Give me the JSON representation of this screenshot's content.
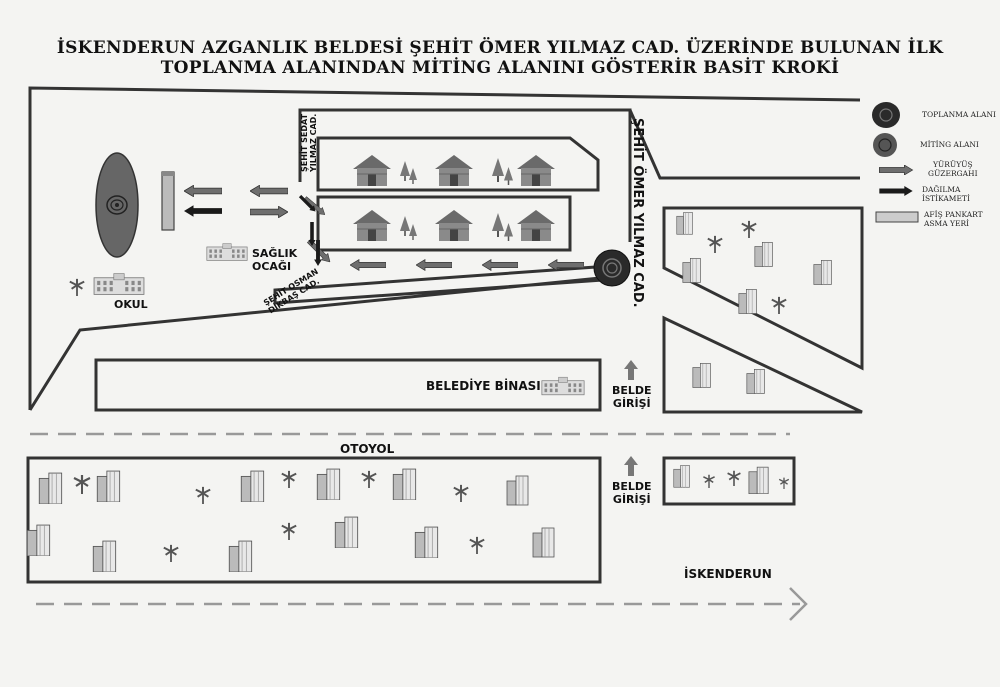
{
  "title": {
    "line1": "İSKENDERUN AZGANLIK BELDESİ ŞEHİT ÖMER YILMAZ CAD. ÜZERİNDE BULUNAN İLK",
    "line2": "TOPLANMA ALANINDAN MİTİNG ALANINI GÖSTERİR BASİT KROKİ"
  },
  "legend": {
    "gathering": "TOPLANMA ALANI",
    "rally": "MİTİNG ALANI",
    "march_1": "YÜRÜYÜŞ",
    "march_2": "GÜZERGAHI",
    "disperse_1": "DAĞILMA",
    "disperse_2": "İSTİKAMETİ",
    "banner_1": "AFİŞ PANKART",
    "banner_2": "ASMA YERİ"
  },
  "labels": {
    "street_main": "ŞEHİT ÖMER YILMAZ CAD.",
    "street_sedat_1": "ŞEHİT SEDAT",
    "street_sedat_2": "YILMAZ CAD.",
    "street_osman_1": "ŞEHİT OSMAN",
    "street_osman_2": "DİKBAŞ CAD.",
    "health_1": "SAĞLIK",
    "health_2": "OCAĞI",
    "school": "OKUL",
    "municipality": "BELEDİYE BİNASI",
    "entry_1": "BELDE",
    "entry_2": "GİRİŞİ",
    "highway": "OTOYOL",
    "city": "İSKENDERUN"
  }
}
